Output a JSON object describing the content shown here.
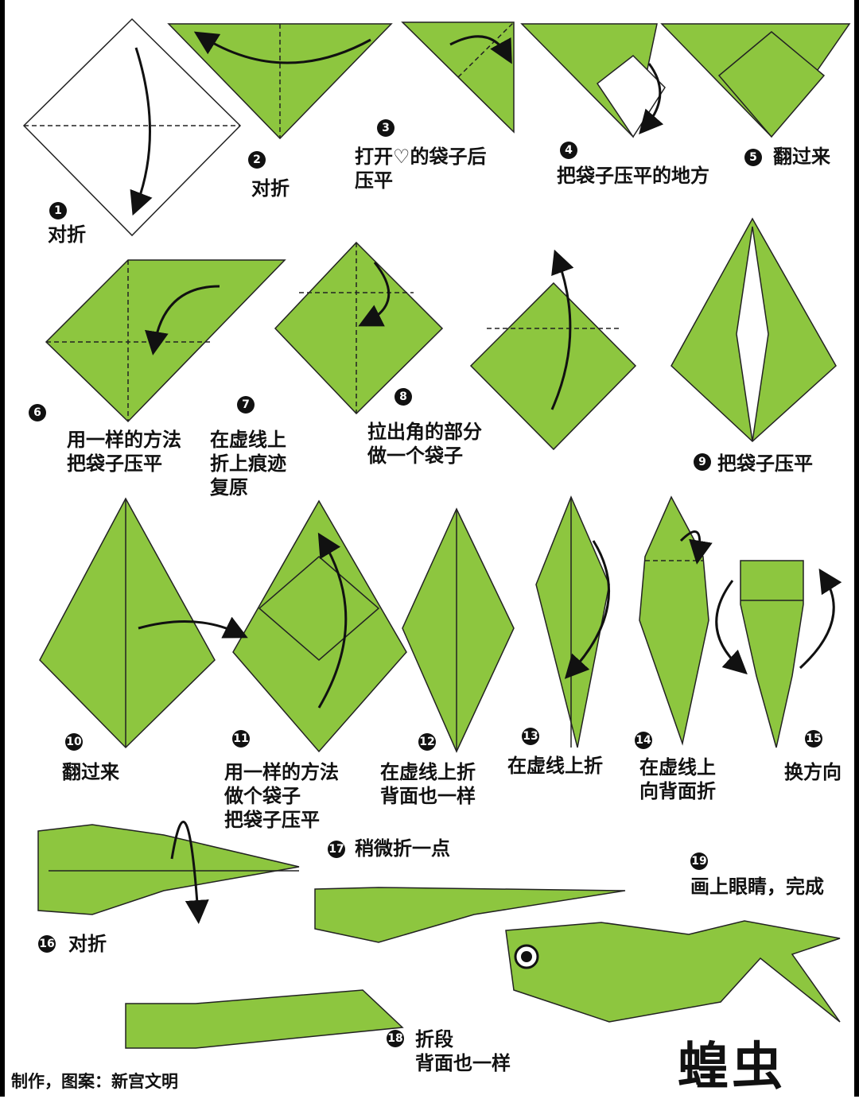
{
  "title": "蝗虫",
  "credit": "制作，图案：新宫文明",
  "steps": [
    {
      "num": "1",
      "text": "对折"
    },
    {
      "num": "2",
      "text": "对折"
    },
    {
      "num": "3",
      "text": "打开♡的袋子后\n压平"
    },
    {
      "num": "4",
      "text": "把袋子压平的地方"
    },
    {
      "num": "5",
      "text": "翻过来"
    },
    {
      "num": "6",
      "text": "用一样的方法\n把袋子压平"
    },
    {
      "num": "7",
      "text": "在虚线上\n折上痕迹\n复原"
    },
    {
      "num": "8",
      "text": "拉出角的部分\n做一个袋子"
    },
    {
      "num": "9",
      "text": "把袋子压平"
    },
    {
      "num": "10",
      "text": "翻过来"
    },
    {
      "num": "11",
      "text": "用一样的方法\n做个袋子\n把袋子压平"
    },
    {
      "num": "12",
      "text": "在虚线上折\n背面也一样"
    },
    {
      "num": "13",
      "text": "在虚线上折"
    },
    {
      "num": "14",
      "text": "在虚线上\n向背面折"
    },
    {
      "num": "15",
      "text": "换方向"
    },
    {
      "num": "16",
      "text": "对折"
    },
    {
      "num": "17",
      "text": "稍微折一点"
    },
    {
      "num": "18",
      "text": "折段\n背面也一样"
    },
    {
      "num": "19",
      "text": "画上眼睛，完成"
    }
  ],
  "colors": {
    "paper_green": "#8dc63f",
    "line": "#222222"
  }
}
